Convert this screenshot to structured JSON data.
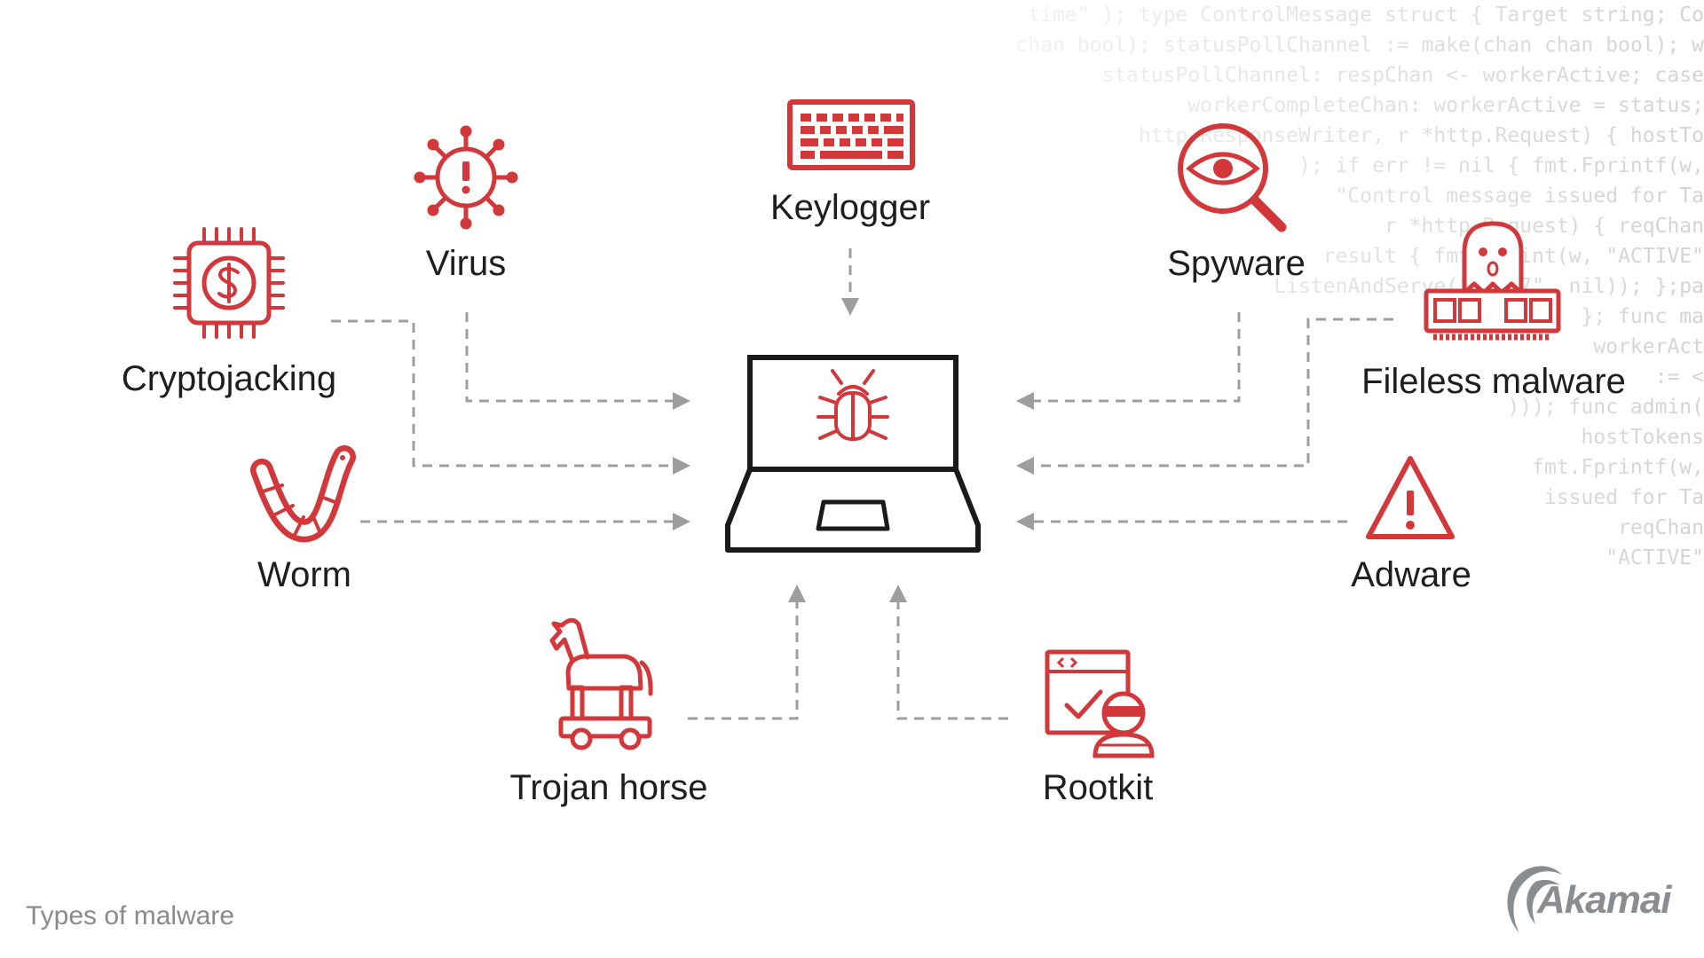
{
  "code_lines": [
    "time\" ); type ControlMessage struct { Target string; Co",
    "chan bool); statusPollChannel := make(chan chan bool); w",
    "statusPollChannel: respChan <- workerActive; case",
    "workerCompleteChan: workerActive = status;",
    "http.ResponseWriter, r *http.Request) { hostTo",
    "); if err != nil { fmt.Fprintf(w,",
    "\"Control message issued for Ta",
    "r *http.Request) { reqChan",
    "result { fmt.Fprint(w, \"ACTIVE\"",
    "ListenAndServe(\":1337\", nil)); };pa",
    "}; func ma",
    "workerAct",
    ":= <",
    "))); func admin(",
    "hostTokens",
    "fmt.Fprintf(w,",
    "issued for Ta",
    "reqChan",
    "\"ACTIVE\""
  ],
  "nodes": {
    "keylogger": "Keylogger",
    "virus": "Virus",
    "spyware": "Spyware",
    "cryptojacking": "Cryptojacking",
    "fileless": "Fileless malware",
    "worm": "Worm",
    "adware": "Adware",
    "trojan": "Trojan horse",
    "rootkit": "Rootkit"
  },
  "caption": "Types of malware",
  "logo": "Akamai",
  "colors": {
    "accent": "#d2373a",
    "outline": "#1a1a1a",
    "connector": "#9e9e9e",
    "caption": "#8a8a8a",
    "logo": "#8a8d90"
  }
}
